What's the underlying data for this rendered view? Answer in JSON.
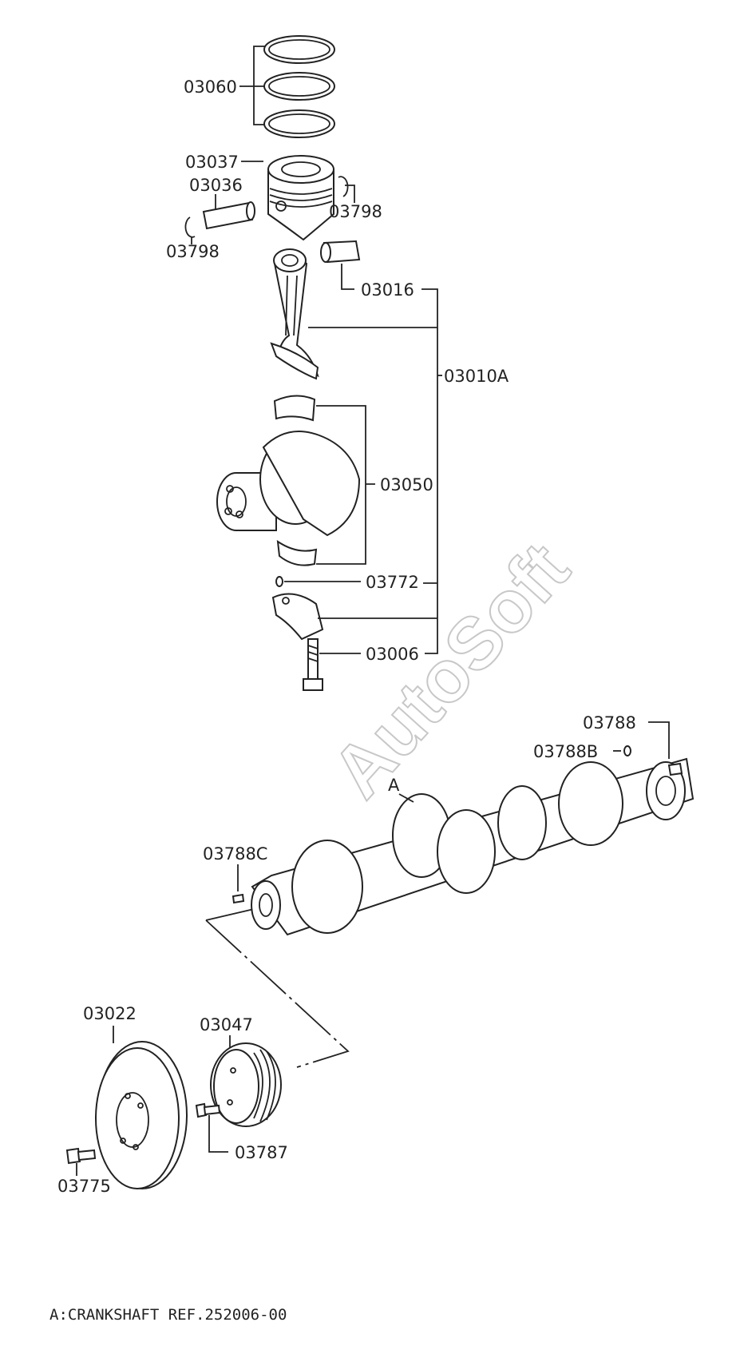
{
  "labels": {
    "piston_rings": "03060",
    "piston": "03037",
    "piston_pin": "03036",
    "snap_ring_left": "03798",
    "snap_ring_right": "03798",
    "small_end_bushing": "03016",
    "conrod_assy": "03010A",
    "conrod_bearing": "03050",
    "cap_nut": "03772",
    "cap_bolt": "03006",
    "crank_plug": "03788",
    "crank_plug_b": "03788B",
    "crank_pin_c": "03788C",
    "part_a": "A",
    "flywheel": "03022",
    "pulley": "03047",
    "pulley_bolt": "03787",
    "flywheel_bolt": "03775"
  },
  "watermark": "AutoSoft",
  "footer": "A:CRANKSHAFT  REF.252006-00"
}
